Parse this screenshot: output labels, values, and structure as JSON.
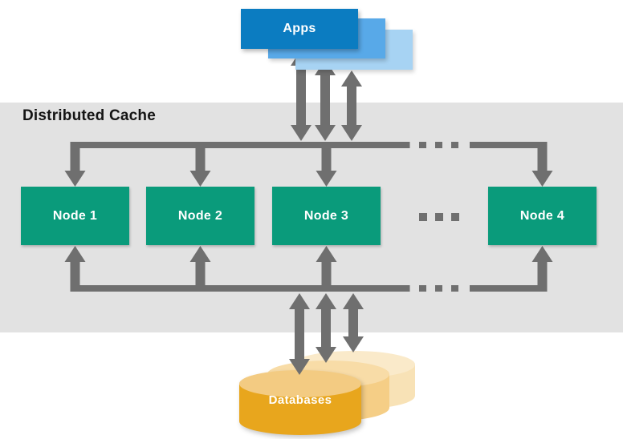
{
  "title": "Distributed Cache",
  "apps": {
    "label": "Apps",
    "layers": 3
  },
  "nodes": [
    {
      "label": "Node 1"
    },
    {
      "label": "Node 2"
    },
    {
      "label": "Node 3"
    },
    {
      "label": "Node 4"
    }
  ],
  "databases": {
    "label": "Databases",
    "layers": 3
  },
  "icons": {
    "nodes_ellipsis": "three-square-dots",
    "line_break_dots": "three-square-dots",
    "arrows": "double-headed-vertical-arrows"
  },
  "colors": {
    "band_gray": "#e2e2e2",
    "arrow_gray": "#6f6f6f",
    "app_front_blue": "#0b7cc1",
    "app_mid_blue": "#58a9e8",
    "app_back_blue": "#a7d3f3",
    "node_green": "#0a9b7b",
    "db_front_body": "#e8a61d",
    "db_front_top": "#f3cb82",
    "db_mid_body": "#f5ce86",
    "db_mid_top": "#f8dca7",
    "db_back_body": "#f8e2b6",
    "db_back_top": "#faeaca",
    "title_text": "#141414",
    "label_text": "#ffffff"
  }
}
